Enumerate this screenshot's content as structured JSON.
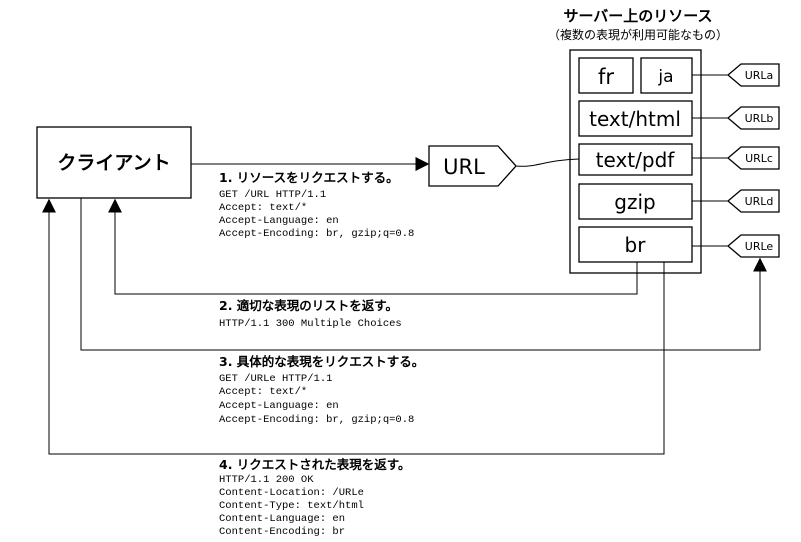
{
  "server": {
    "title": "サーバー上のリソース",
    "subtitle": "（複数の表現が利用可能なもの）",
    "representations": {
      "fr": "fr",
      "ja": "ja",
      "html": "text/html",
      "pdf": "text/pdf",
      "gzip": "gzip",
      "br": "br"
    },
    "urls": {
      "a": "URLa",
      "b": "URLb",
      "c": "URLc",
      "d": "URLd",
      "e": "URLe"
    }
  },
  "client": {
    "label": "クライアント"
  },
  "url_node": {
    "label": "URL"
  },
  "steps": [
    {
      "title": "1. リソースをリクエストする。",
      "lines": [
        "GET /URL HTTP/1.1",
        "Accept: text/*",
        "Accept-Language: en",
        "Accept-Encoding: br, gzip;q=0.8"
      ]
    },
    {
      "title": "2. 適切な表現のリストを返す。",
      "lines": [
        "HTTP/1.1 300 Multiple Choices"
      ]
    },
    {
      "title": "3. 具体的な表現をリクエストする。",
      "lines": [
        "GET /URLe HTTP/1.1",
        "Accept: text/*",
        "Accept-Language: en",
        "Accept-Encoding: br, gzip;q=0.8"
      ]
    },
    {
      "title": "4. リクエストされた表現を返す。",
      "lines": [
        "HTTP/1.1 200 OK",
        "Content-Location: /URLe",
        "Content-Type: text/html",
        "Content-Language: en",
        "Content-Encoding: br"
      ]
    }
  ]
}
